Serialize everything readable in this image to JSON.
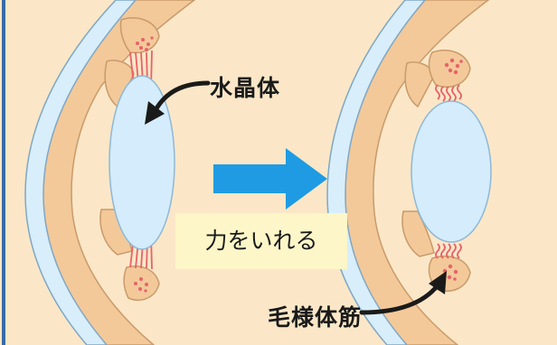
{
  "labels": {
    "lens": "水晶体",
    "ciliary_muscle": "毛様体筋",
    "apply_force": "力をいれる"
  },
  "colors": {
    "background": "#fbe7c7",
    "tissue": "#f3c99a",
    "tissue_outline": "#c99a6a",
    "cornea": "#d8eefa",
    "cornea_outline": "#7fa7c6",
    "lens_fill": "#d4ecfb",
    "lens_outline": "#8eb8d8",
    "muscle": "#e8626a",
    "arrow": "#1e9be3",
    "frame": "#3a6aa8"
  },
  "icons": {
    "transition": "arrow-right-icon",
    "pointer": "curved-arrow-icon"
  }
}
